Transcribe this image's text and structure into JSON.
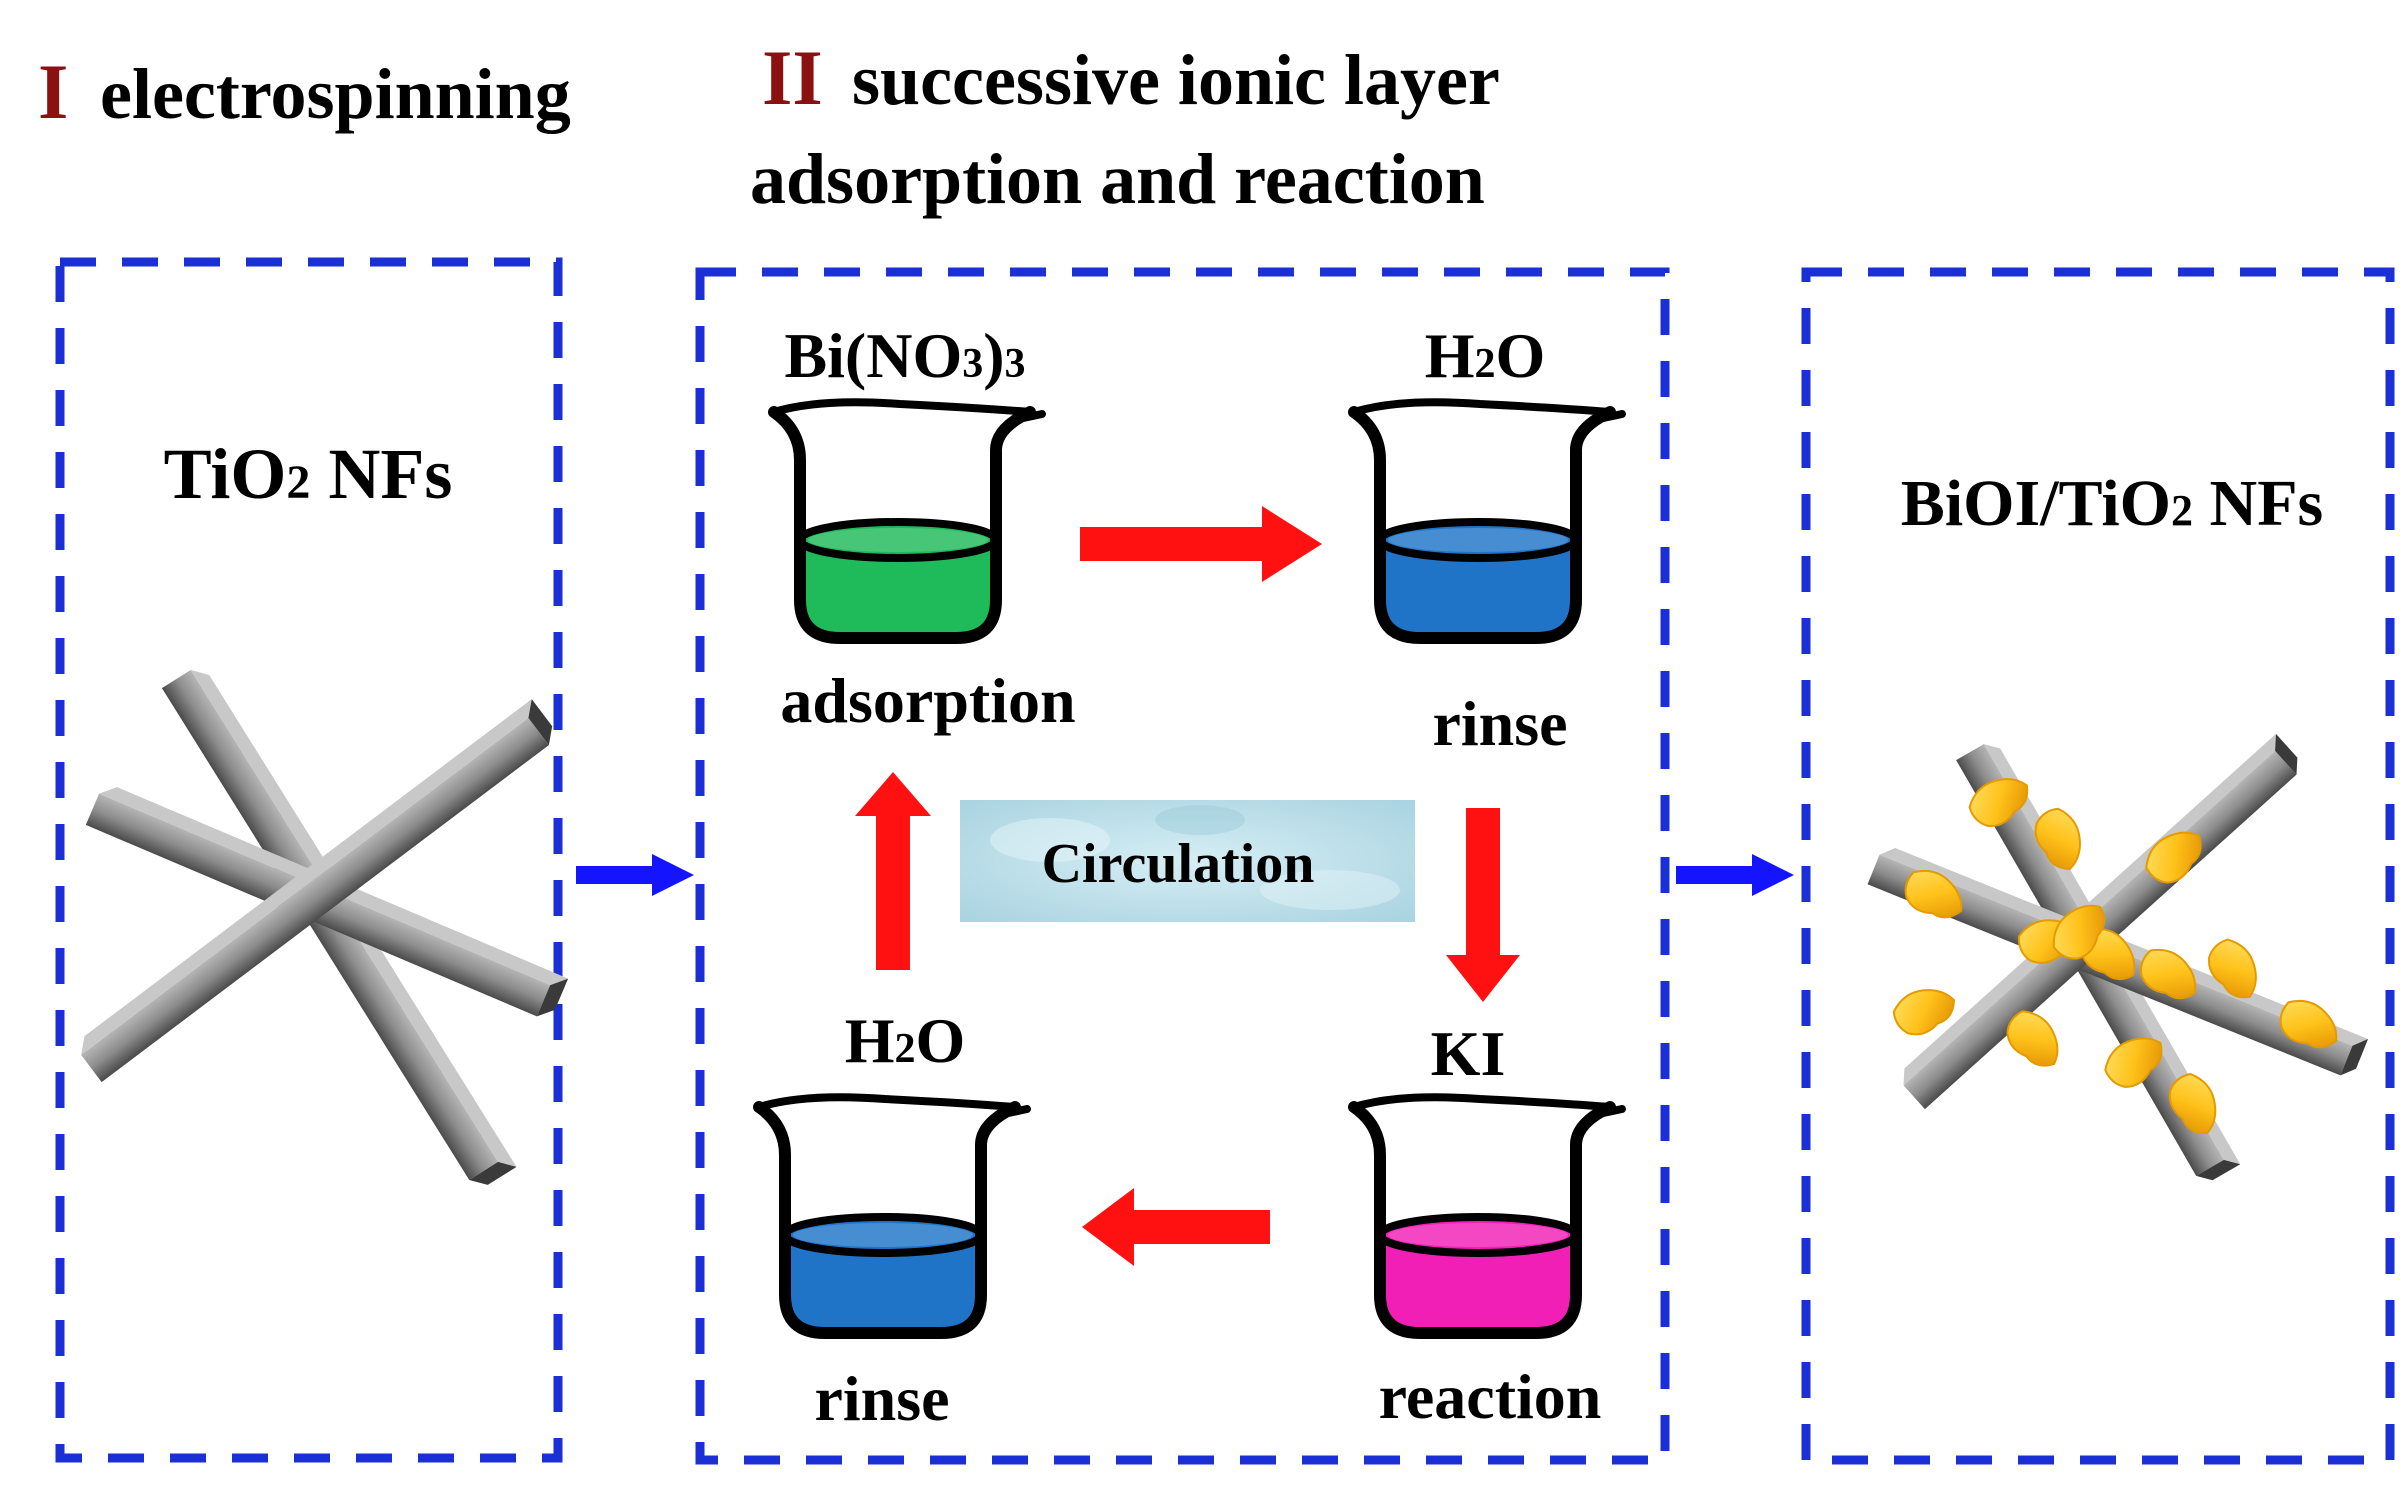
{
  "colors": {
    "frame": "#1a2fd6",
    "roman": "#8b1010",
    "process_arrow": "#ff1111",
    "flow_arrow": "#1414ff",
    "text": "#000000",
    "rod_light": "#9a9a9a",
    "rod_dark": "#4d4d4d",
    "bioi": "#ffc21a",
    "bioi_dark": "#e59a00",
    "solution_bi": "#1fba5a",
    "solution_water": "#1f74c8",
    "solution_ki": "#f21fb7",
    "circulation_bg": "#bfe0ea"
  },
  "headers": {
    "step1_numeral": "I",
    "step1_label": "electrospinning",
    "step2_numeral": "II",
    "step2_line1": "successive ionic layer",
    "step2_line2": "adsorption and reaction"
  },
  "left_panel": {
    "title_main": "TiO",
    "title_sub": "2",
    "title_tail": " NFs"
  },
  "right_panel": {
    "title_main": "BiOI/TiO",
    "title_sub": "2",
    "title_tail": " NFs"
  },
  "cycle": {
    "center_label": "Circulation",
    "beakers": [
      {
        "reagent_main": "Bi(NO",
        "reagent_sub": "3",
        "reagent_tail": ")",
        "reagent_sub2": "3",
        "step": "adsorption",
        "solution": "bi"
      },
      {
        "reagent_main": "H",
        "reagent_sub": "2",
        "reagent_tail": "O",
        "reagent_sub2": "",
        "step": "rinse",
        "solution": "water"
      },
      {
        "reagent_main": "KI",
        "reagent_sub": "",
        "reagent_tail": "",
        "reagent_sub2": "",
        "step": "reaction",
        "solution": "ki"
      },
      {
        "reagent_main": "H",
        "reagent_sub": "2",
        "reagent_tail": "O",
        "reagent_sub2": "",
        "step": "rinse",
        "solution": "water"
      }
    ]
  }
}
